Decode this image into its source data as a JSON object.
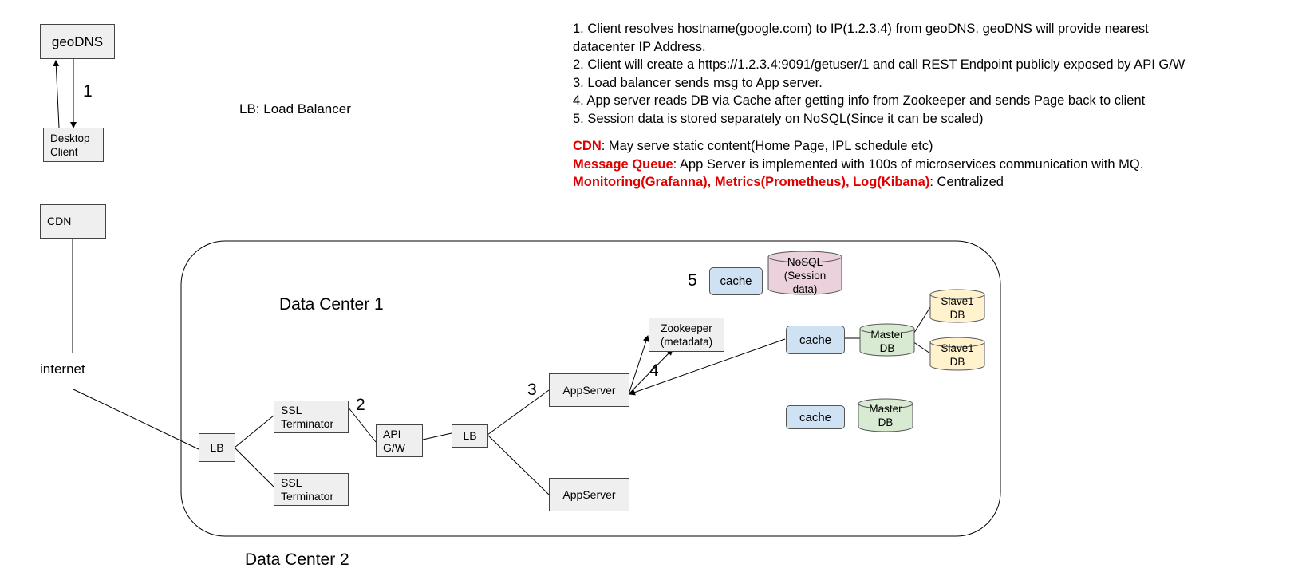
{
  "nodes": {
    "geodns": "geoDNS",
    "desktop_client": "Desktop Client",
    "cdn": "CDN",
    "internet": "internet",
    "lb_outer": "LB",
    "ssl1": "SSL Terminator",
    "ssl2": "SSL Terminator",
    "api_gw": "API G/W",
    "lb_inner": "LB",
    "appserver1": "AppServer",
    "appserver2": "AppServer",
    "zookeeper": "Zookeeper (metadata)",
    "cache_session": "cache",
    "nosql": "NoSQL (Session data)",
    "cache_main": "cache",
    "master_db": "Master DB",
    "slave1_db_a": "Slave1 DB",
    "slave1_db_b": "Slave1 DB",
    "cache_dc2": "cache",
    "master_db_dc2": "Master DB"
  },
  "labels": {
    "lb_legend": "LB: Load Balancer",
    "data_center_1": "Data Center 1",
    "data_center_2": "Data Center 2",
    "step1": "1",
    "step2": "2",
    "step3": "3",
    "step4": "4",
    "step5": "5"
  },
  "notes": {
    "steps": [
      "1. Client resolves hostname(google.com) to IP(1.2.3.4) from geoDNS. geoDNS will provide nearest",
      "datacenter IP Address.",
      "2. Client will create a https://1.2.3.4:9091/getuser/1 and call REST Endpoint publicly exposed by API G/W",
      "3. Load balancer sends msg to App server.",
      "4. App server reads DB via Cache after getting info from Zookeeper and sends Page back to client",
      "5. Session data is stored separately on NoSQL(Since it can be scaled)"
    ],
    "cdn_term": "CDN",
    "cdn_desc": ": May serve static content(Home Page, IPL schedule etc)",
    "mq_term": "Message Queue",
    "mq_desc": ": App Server is implemented with 100s of microservices communication with MQ.",
    "mon_term": "Monitoring(Grafanna), Metrics(Prometheus), Log(Kibana)",
    "mon_desc": ": Centralized"
  },
  "colors": {
    "cache_fill": "#cfe2f3",
    "nosql_fill": "#ead1dc",
    "master_fill": "#d9ead3",
    "slave_fill": "#fff2cc",
    "box_fill": "#efefef",
    "emphasis": "#e00000"
  }
}
